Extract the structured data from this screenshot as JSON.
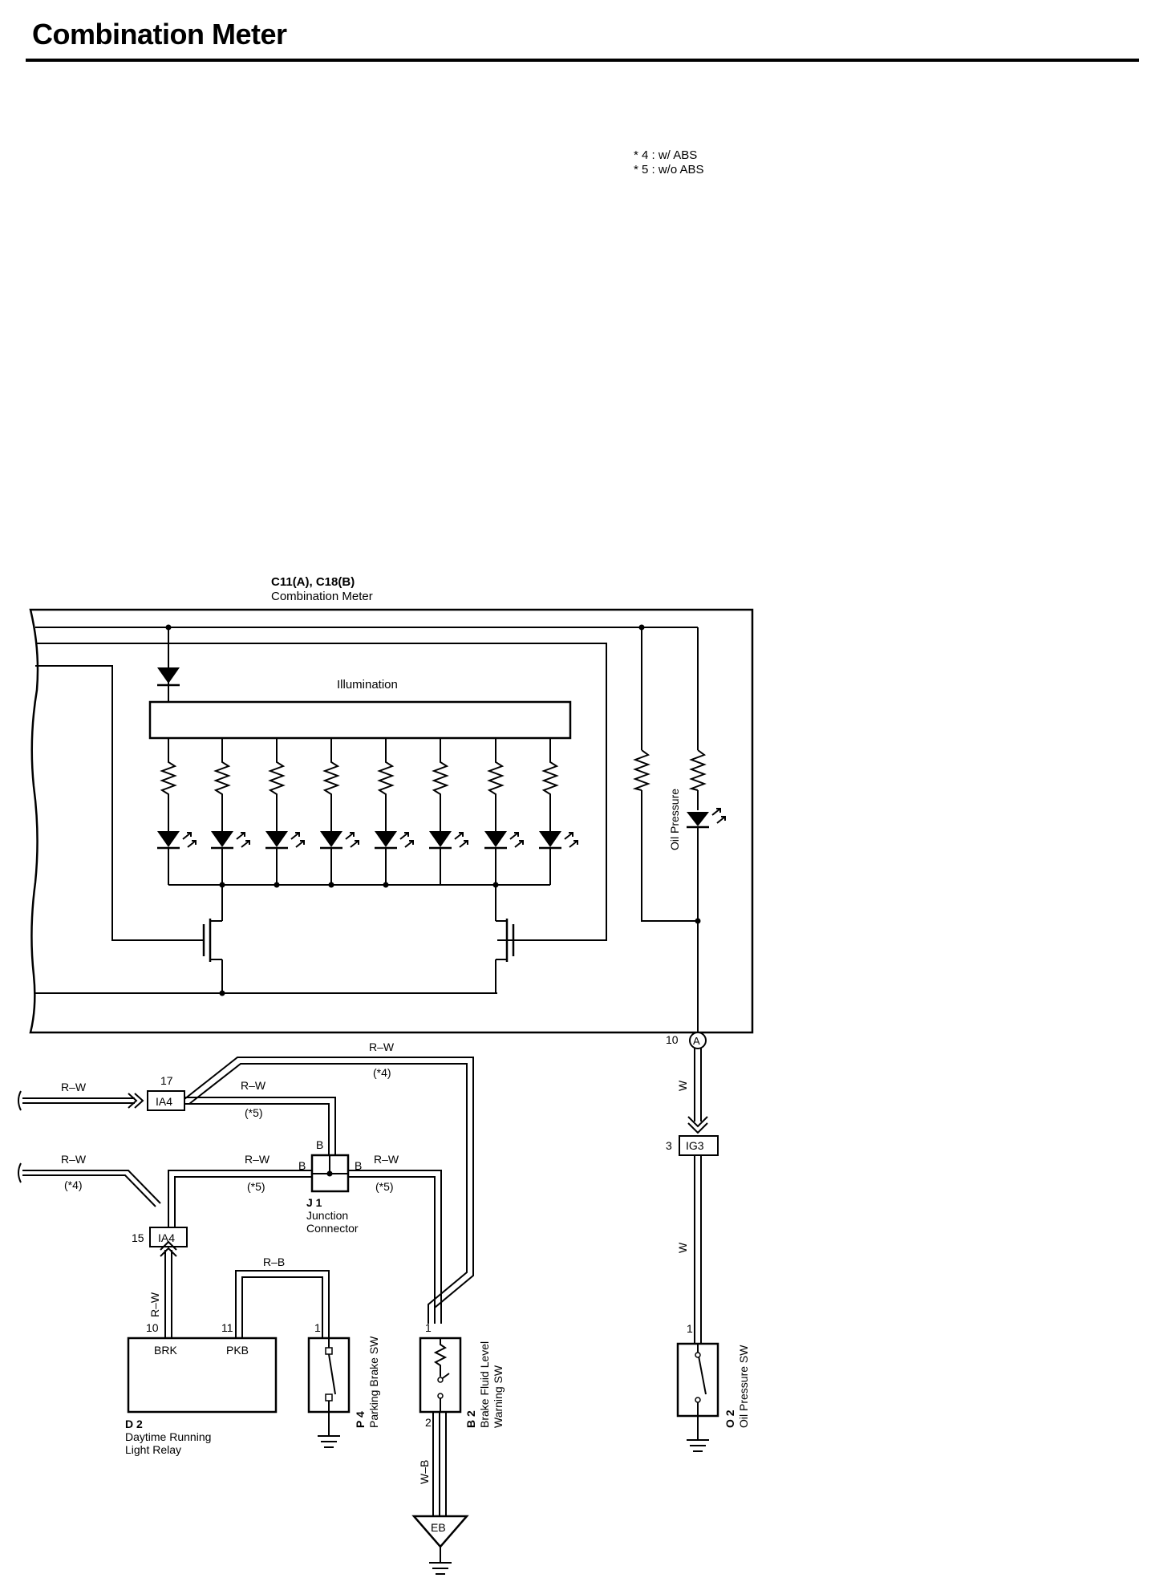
{
  "page": {
    "title": "Combination Meter"
  },
  "notes": [
    "* 4 : w/ ABS",
    "* 5 : w/o ABS"
  ],
  "meter": {
    "connector_ref": "C11(A), C18(B)",
    "name": "Combination Meter",
    "illumination": "Illumination",
    "oil_pressure": "Oil Pressure",
    "terminal_num": "10",
    "terminal_letter": "A"
  },
  "wires": {
    "rw_top": "R–W",
    "abs4": "(*4)",
    "rw_in1": "R–W",
    "rw_ia4_17": "R–W",
    "abs5_a": "(*5)",
    "rw_in2": "R–W",
    "abs4_b": "(*4)",
    "rw_mid": "R–W",
    "abs5_b": "(*5)",
    "rw_right": "R–W",
    "abs5_c": "(*5)",
    "rw_vert": "R–W",
    "rb": "R–B",
    "wb": "W–B",
    "w_upper": "W",
    "w_lower": "W"
  },
  "connectors": {
    "ia4_17": {
      "pin": "17",
      "name": "IA4"
    },
    "ia4_15": {
      "pin": "15",
      "name": "IA4"
    },
    "ig3": {
      "pin": "3",
      "name": "IG3"
    }
  },
  "j1": {
    "pin_top": "B",
    "pin_left": "B",
    "pin_right": "B",
    "id": "J 1",
    "line1": "Junction",
    "line2": "Connector"
  },
  "d2": {
    "pin_brk": "10",
    "pin_pkb": "11",
    "brk": "BRK",
    "pkb": "PKB",
    "id": "D 2",
    "line1": "Daytime Running",
    "line2": "Light Relay"
  },
  "p4": {
    "pin": "1",
    "id": "P 4",
    "name": "Parking Brake SW"
  },
  "b2": {
    "pin_top": "1",
    "pin_bottom": "2",
    "id": "B 2",
    "line1": "Brake Fluid Level",
    "line2": "Warning SW"
  },
  "o2": {
    "pin": "1",
    "id": "O 2",
    "name": "Oil Pressure SW"
  },
  "ground": {
    "eb": "EB"
  }
}
